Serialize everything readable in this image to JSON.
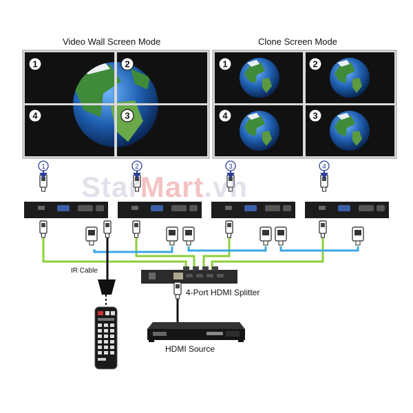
{
  "labels": {
    "video_wall_mode": "Video Wall Screen Mode",
    "clone_mode": "Clone Screen Mode",
    "ir_cable": "IR Cable",
    "splitter": "4-Port HDMI Splitter",
    "hdmi_source": "HDMI Source"
  },
  "watermark": {
    "part1": "Star",
    "part2": "Mart",
    "part3": ".vn"
  },
  "screen_numbers": {
    "video_wall": [
      "1",
      "2",
      "4",
      "3"
    ],
    "clone": [
      "1",
      "2",
      "4",
      "3"
    ]
  },
  "controller_badges": [
    "1",
    "2",
    "3",
    "4"
  ],
  "colors": {
    "hdmi_cable": "#8ccf3a",
    "vga_cable": "#3aa6e8",
    "ir_cable": "#111111",
    "arrow": "#2a3f9a",
    "screen_bg": "#111111",
    "device": "#1c1c1c"
  }
}
